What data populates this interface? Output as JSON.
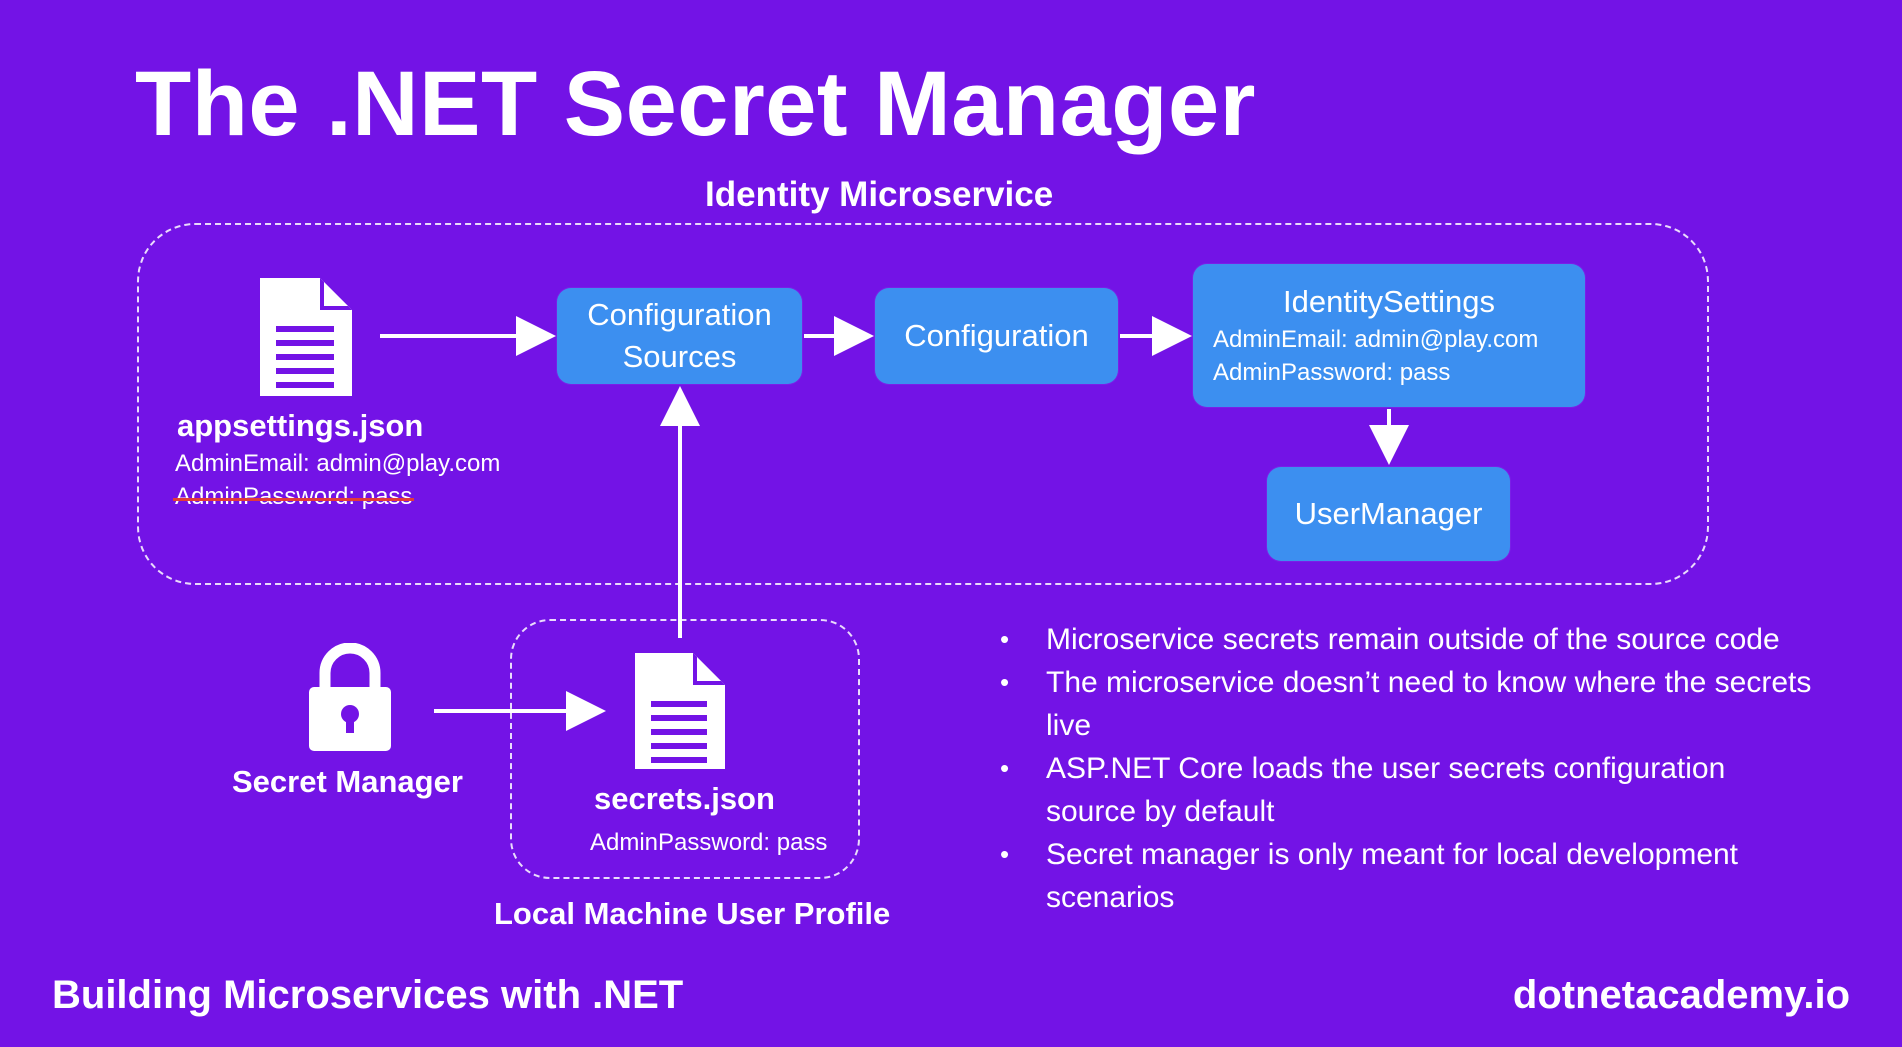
{
  "title": "The .NET Secret Manager",
  "identity_group": {
    "label": "Identity Microservice"
  },
  "appsettings": {
    "icon": "document-icon",
    "name": "appsettings.json",
    "admin_email": "AdminEmail: admin@play.com",
    "admin_password": "AdminPassword: pass"
  },
  "nodes": {
    "configuration_sources": [
      "Configuration",
      "Sources"
    ],
    "configuration": "Configuration",
    "identity_settings": {
      "title": "IdentitySettings",
      "admin_email": "AdminEmail: admin@play.com",
      "admin_password": "AdminPassword: pass"
    },
    "user_manager": "UserManager"
  },
  "secret_manager": {
    "icon": "lock-icon",
    "label": "Secret Manager"
  },
  "local_profile_group": {
    "label": "Local Machine User Profile"
  },
  "secrets": {
    "icon": "document-icon",
    "name": "secrets.json",
    "admin_password": "AdminPassword: pass"
  },
  "bullets": [
    "Microservice secrets remain outside of the source code",
    "The microservice doesn’t need to know where the secrets live",
    "ASP.NET Core loads the user secrets configuration source by default",
    "Secret manager is only meant for local development scenarios"
  ],
  "footer": {
    "left": "Building Microservices with .NET",
    "right": "dotnetacademy.io"
  },
  "colors": {
    "background": "#7313e6",
    "node": "#3c8ff0",
    "strikethrough": "#e23a3a",
    "text": "#ffffff"
  }
}
